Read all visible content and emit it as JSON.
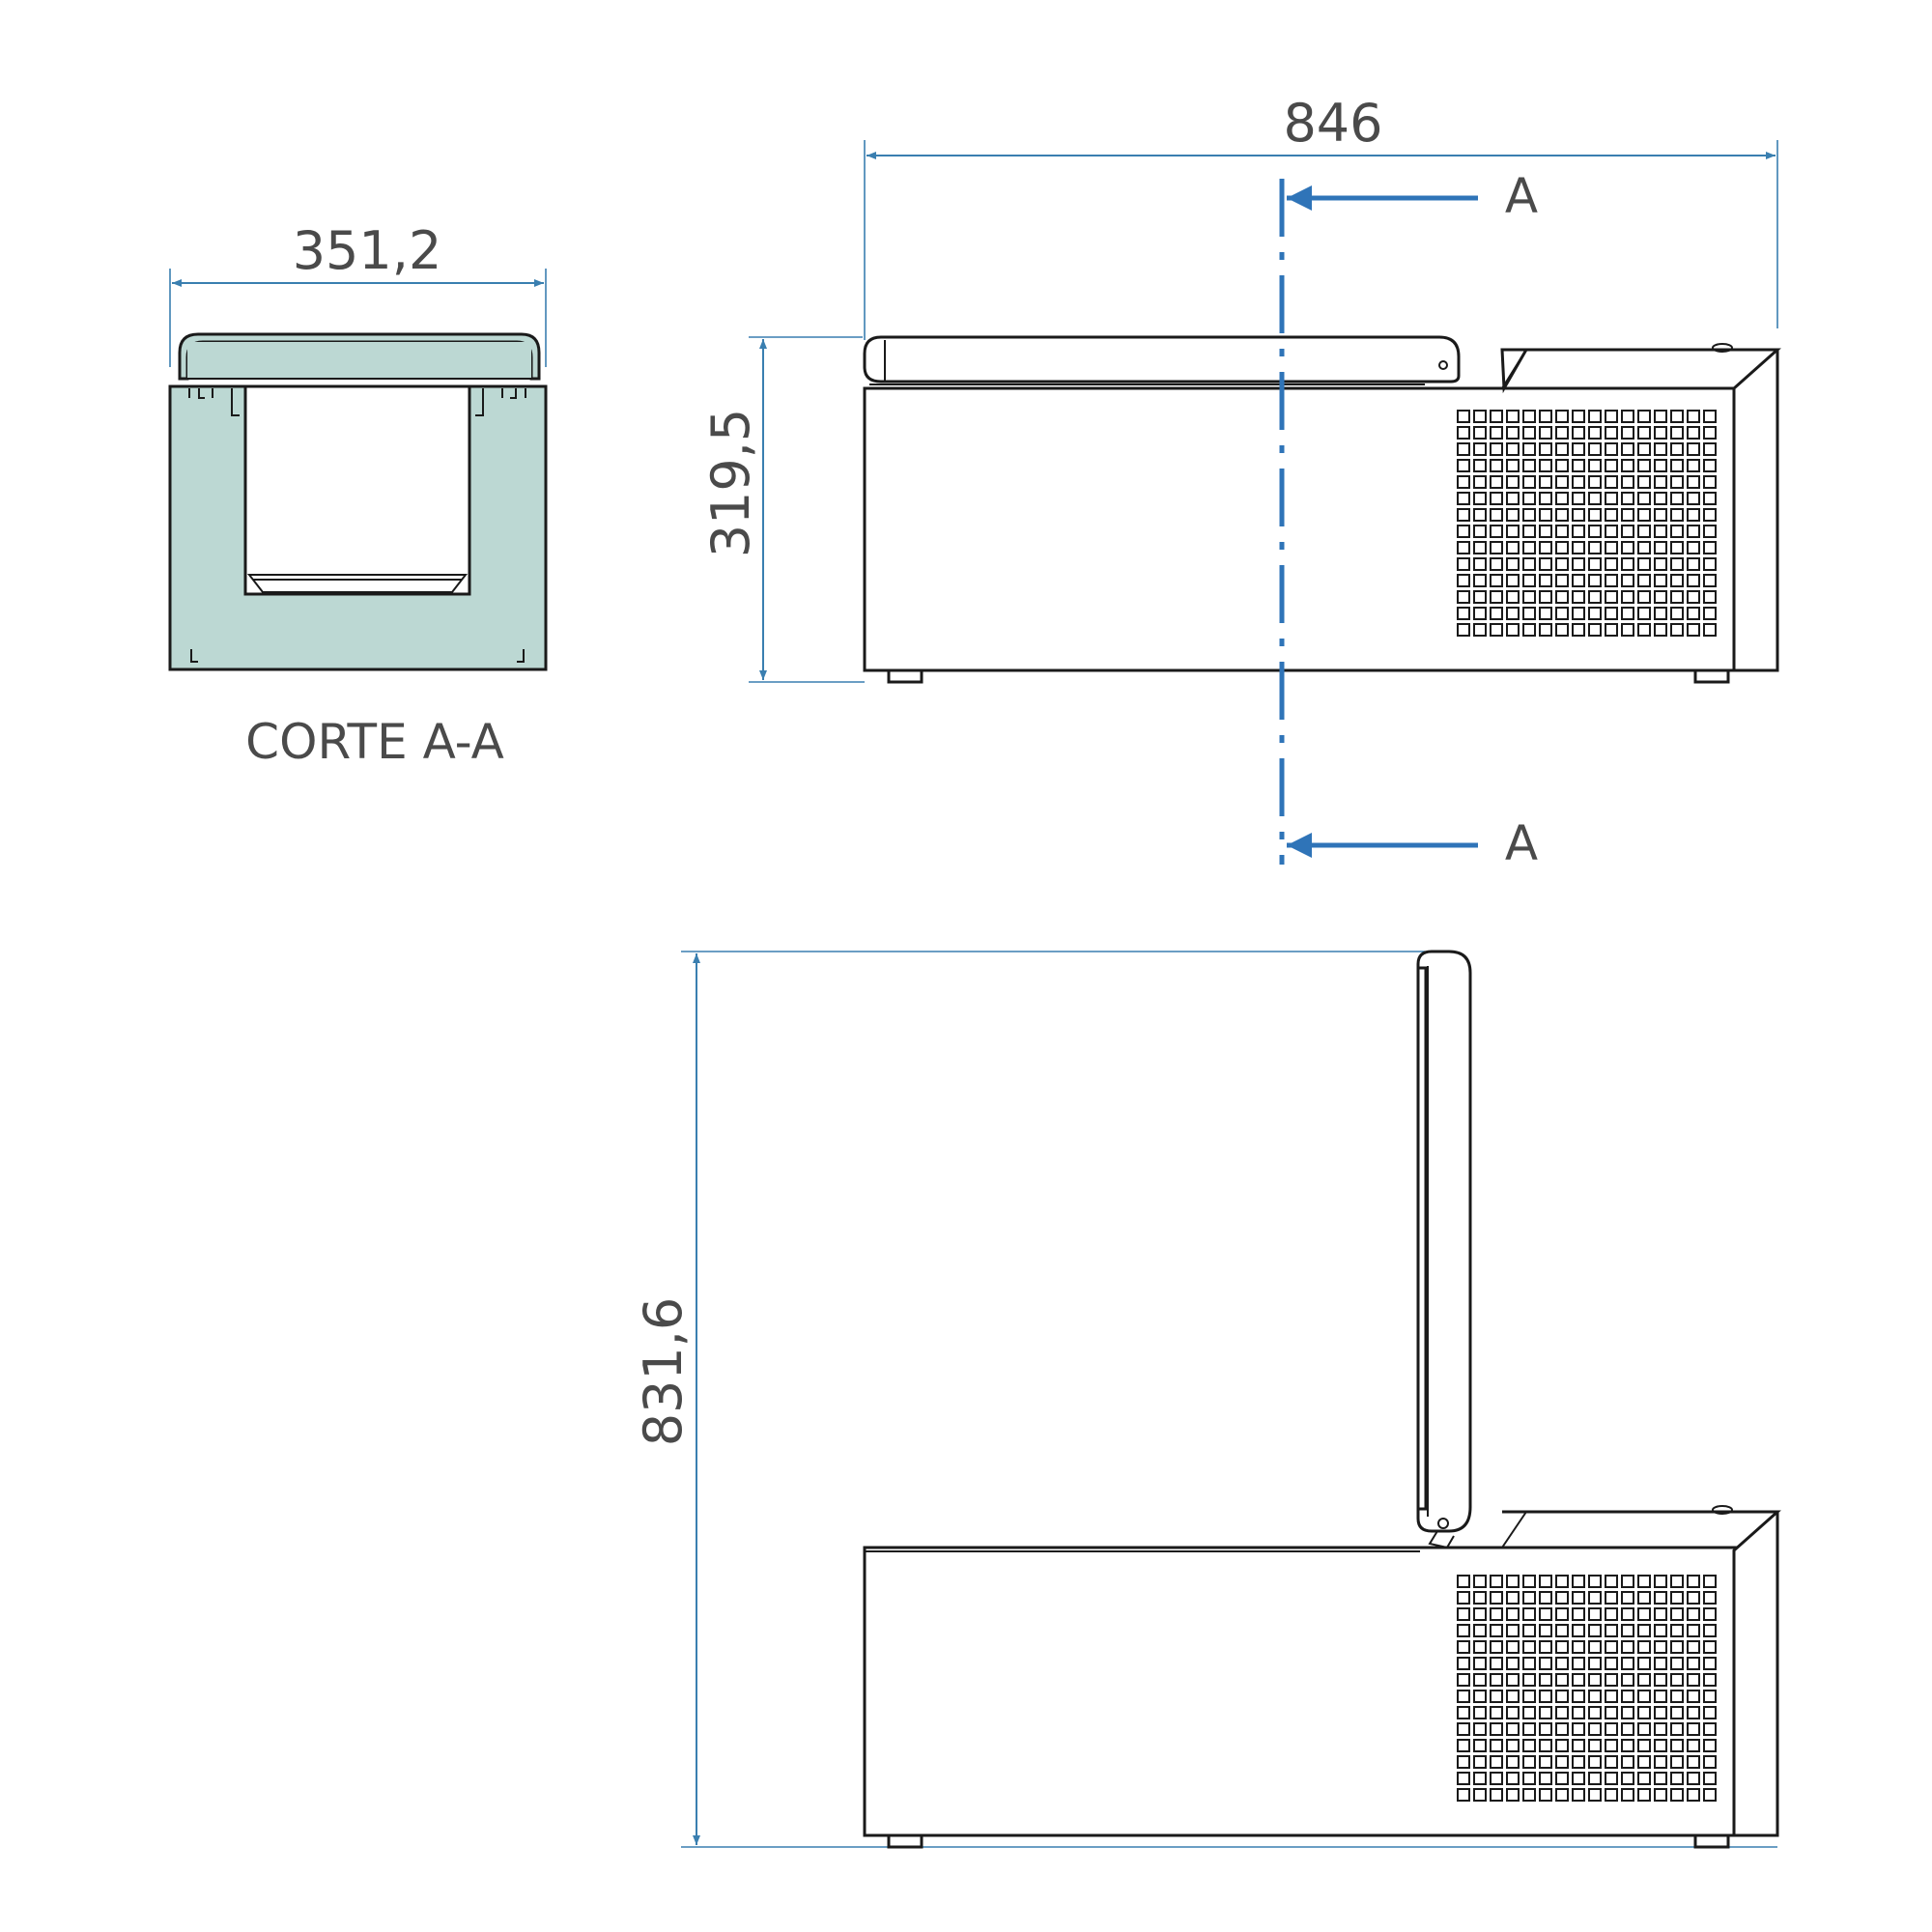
{
  "dimensions": {
    "width_top": "846",
    "height_closed": "319,5",
    "height_open": "831,6",
    "section_width": "351,2"
  },
  "section": {
    "title": "CORTE A-A",
    "marker_top": "A",
    "marker_bottom": "A"
  },
  "colors": {
    "dimension_line": "#3a7fb0",
    "cut_line": "#2f74b8",
    "section_fill": "#bcd8d3",
    "outline": "#1a1a1a",
    "text": "#4a4a4a"
  }
}
